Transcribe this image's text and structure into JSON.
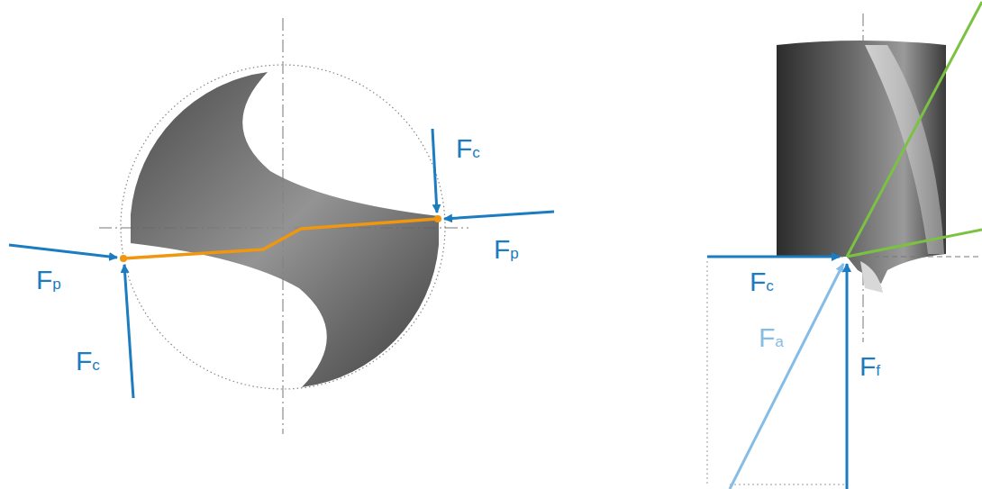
{
  "diagram": {
    "labels": [
      "Fc",
      "Fp",
      "Fp",
      "Fc",
      "Fc",
      "Fa",
      "Ff"
    ]
  }
}
